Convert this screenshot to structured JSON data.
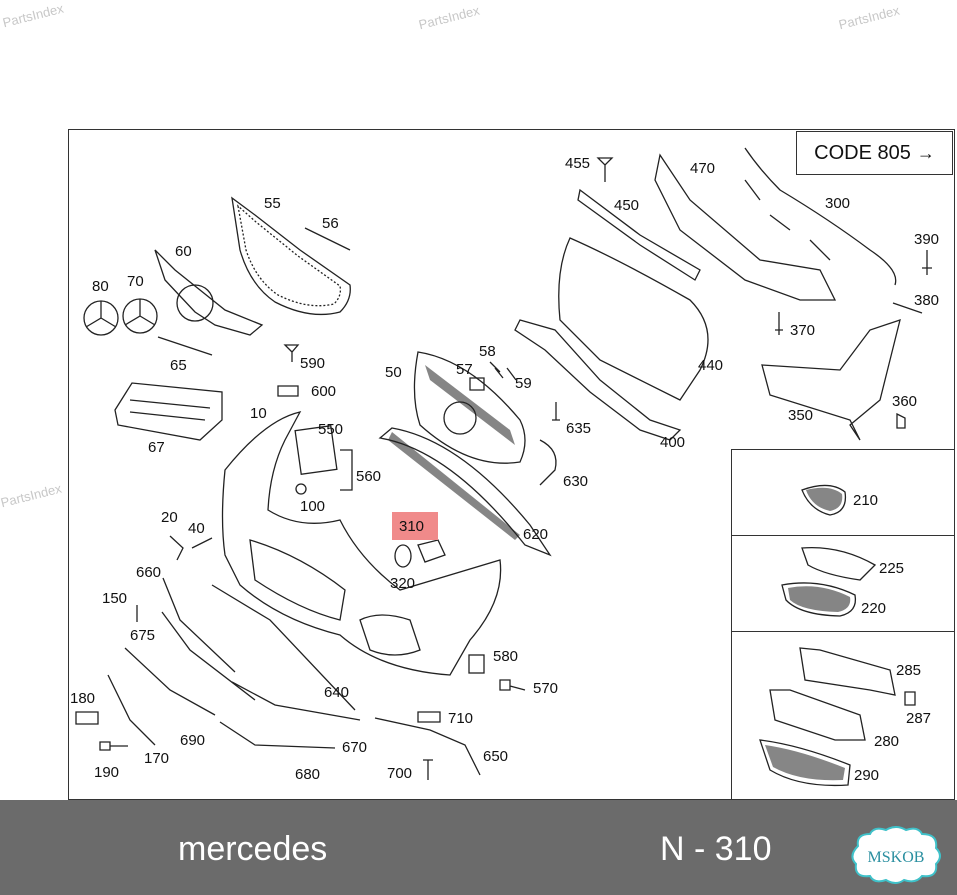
{
  "watermarks": [
    "PartsIndex",
    "PartsIndex",
    "PartsIndex",
    "PartsIndex"
  ],
  "code_label": "CODE 805",
  "code_arrow": "→",
  "highlighted_part": "310",
  "footer": {
    "brand": "mercedes",
    "part_number": "N - 310"
  },
  "logo_text": "MSKOB",
  "callouts": {
    "c455": "455",
    "c470": "470",
    "c450": "450",
    "c300": "300",
    "c390": "390",
    "c380": "380",
    "c370": "370",
    "c440": "440",
    "c350": "350",
    "c360": "360",
    "c55": "55",
    "c56": "56",
    "c60": "60",
    "c80": "80",
    "c70": "70",
    "c65": "65",
    "c590": "590",
    "c600": "600",
    "c67": "67",
    "c10": "10",
    "c550": "550",
    "c560": "560",
    "c100": "100",
    "c50": "50",
    "c57": "57",
    "c58": "58",
    "c59": "59",
    "c635": "635",
    "c400": "400",
    "c630": "630",
    "c620": "620",
    "c310": "310",
    "c320": "320",
    "c20": "20",
    "c40": "40",
    "c660": "660",
    "c150": "150",
    "c675": "675",
    "c640": "640",
    "c580": "580",
    "c570": "570",
    "c180": "180",
    "c690": "690",
    "c710": "710",
    "c670": "670",
    "c650": "650",
    "c190": "190",
    "c170": "170",
    "c680": "680",
    "c700": "700",
    "c210": "210",
    "c225": "225",
    "c220": "220",
    "c285": "285",
    "c287": "287",
    "c280": "280",
    "c290": "290"
  }
}
